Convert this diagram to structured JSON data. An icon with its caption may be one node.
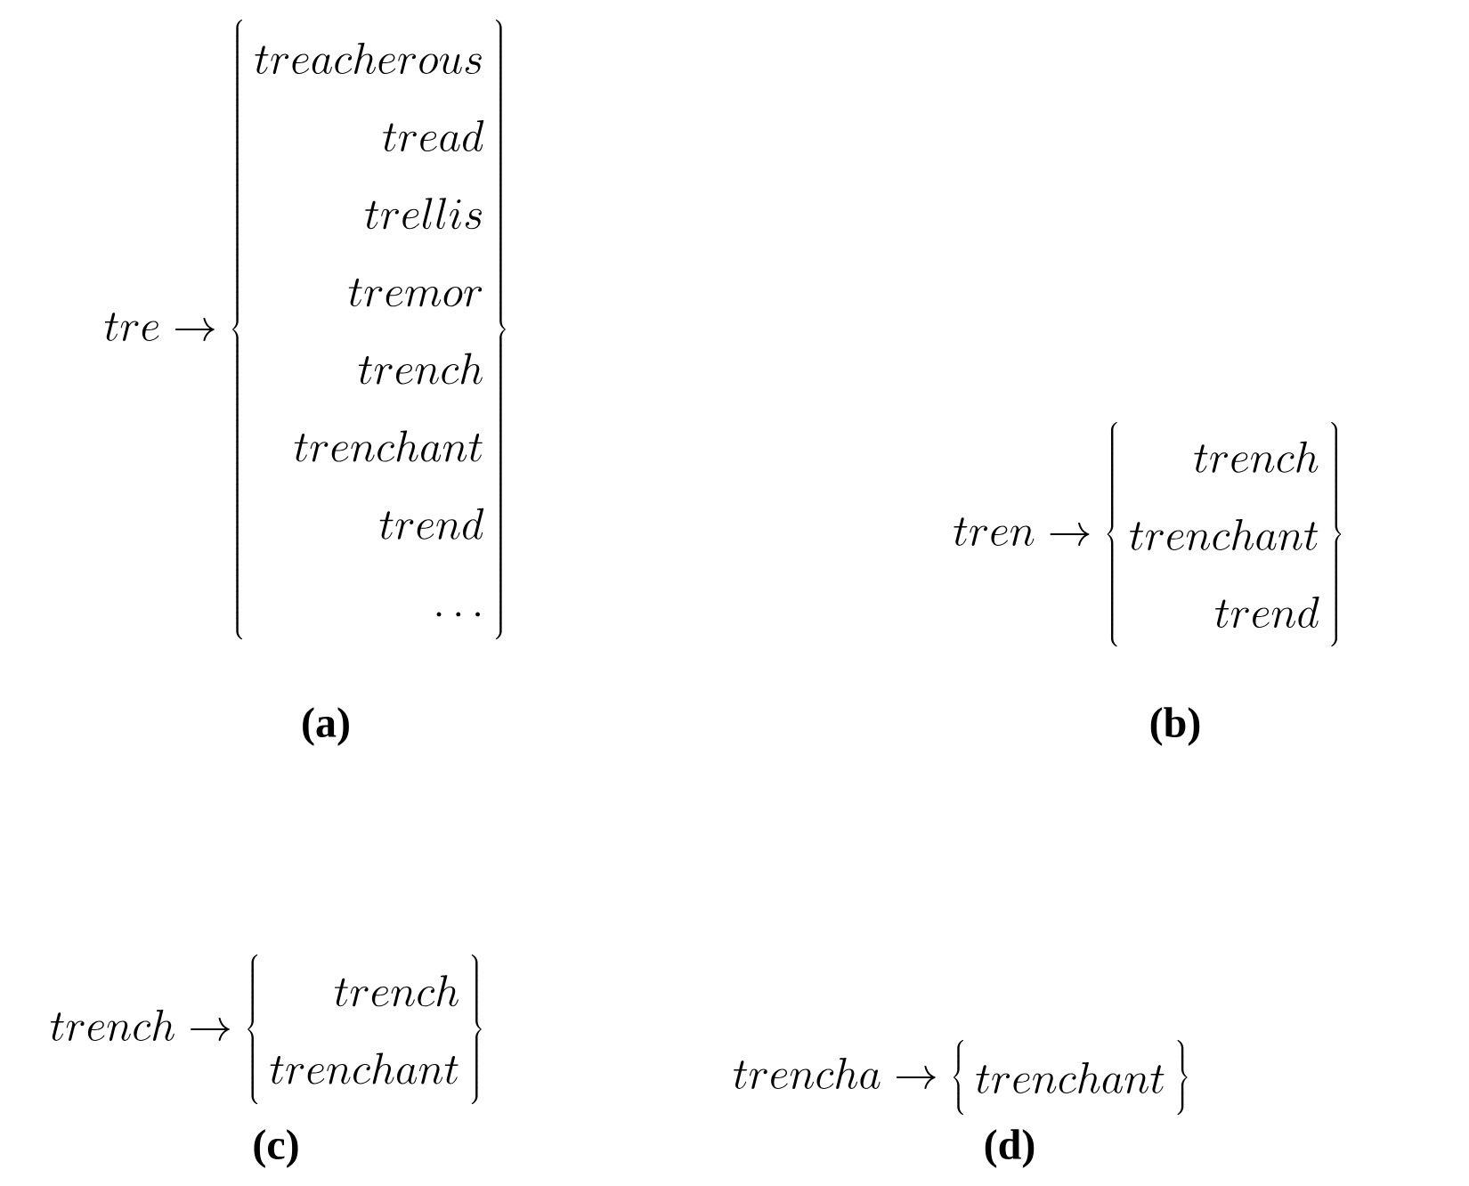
{
  "diagram": {
    "labels": [
      "tre \\rightarrow \\left\\{\\begin{array}{r} treacherous \\\\ tread \\\\ trellis \\\\ tremor \\\\ trench \\\\ trenchant \\\\ trend \\\\ \\ldots \\end{array}\\right\\}",
      "(a)",
      "tren \\rightarrow \\left\\{\\begin{array}{r} trench \\\\ trenchant \\\\ trend \\end{array}\\right\\}",
      "(b)",
      "trench \\rightarrow \\left\\{\\begin{array}{r} trench \\\\ trenchant \\end{array}\\right\\}",
      "(c)",
      "trencha \\rightarrow \\left\\{\\begin{array}{r} trenchant \\end{array}\\right\\}",
      "(d)"
    ]
  }
}
